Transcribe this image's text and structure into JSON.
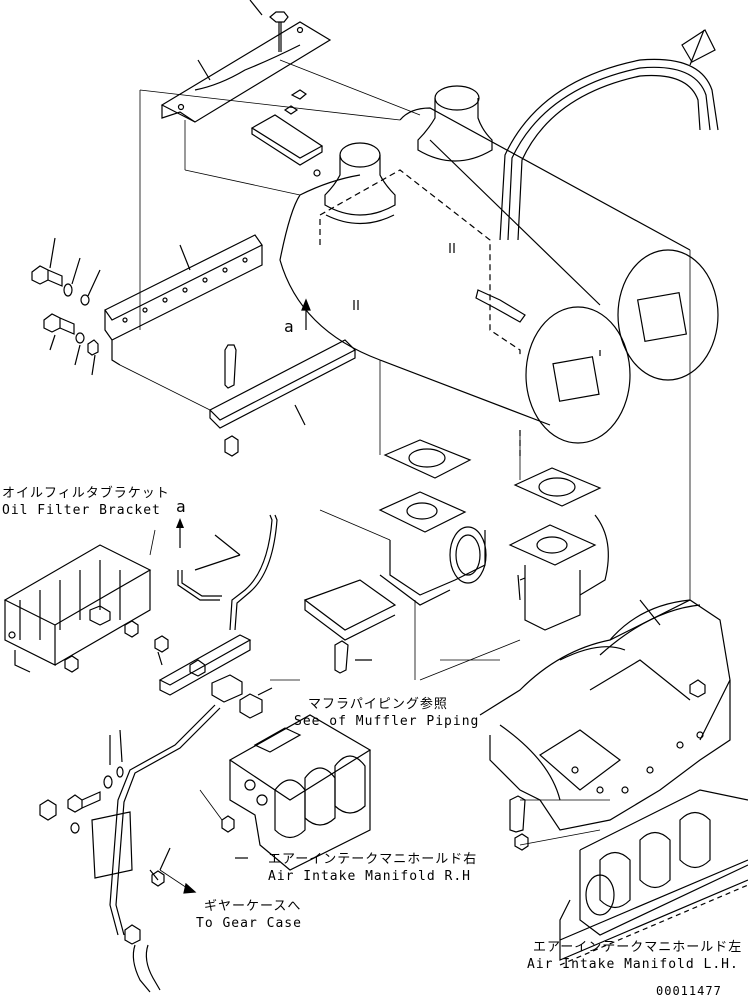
{
  "labels": {
    "oil_filter_bracket_jp": "オイルフィルタブラケット",
    "oil_filter_bracket_en": "Oil Filter Bracket",
    "muffler_piping_jp": "マフラパイピング参照",
    "muffler_piping_en": "See of Muffler Piping",
    "intake_rh_jp": "エアーインテークマニホールド右",
    "intake_rh_en": "Air Intake Manifold R.H",
    "gear_case_jp": "ギヤーケースへ",
    "gear_case_en": "To Gear Case",
    "intake_lh_jp": "エアーインテークマニホールド左",
    "intake_lh_en": "Air Intake Manifold L.H.",
    "callout_a": "a",
    "callout_a_arrow": "a",
    "drawing_number": "00011477"
  }
}
